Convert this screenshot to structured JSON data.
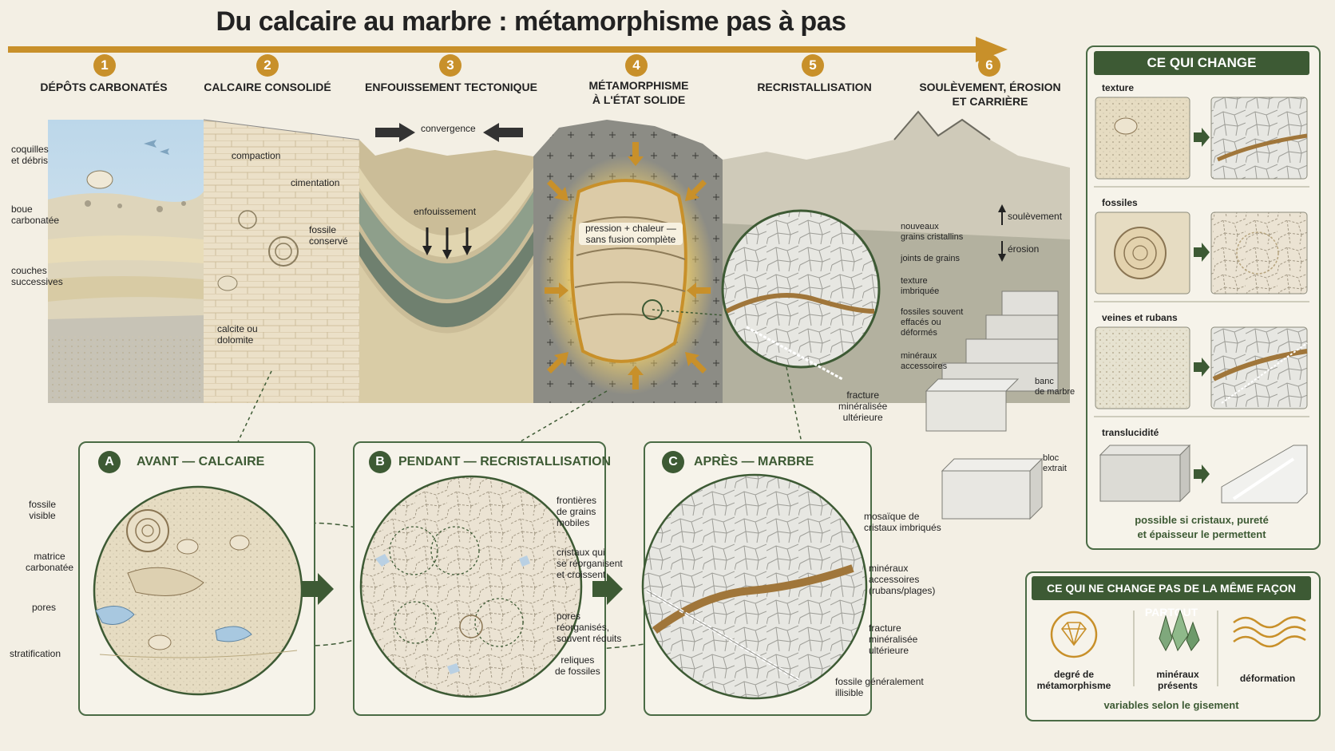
{
  "title": "Du calcaire au marbre : métamorphisme pas à pas",
  "steps": [
    {
      "num": "1",
      "label": "DÉPÔTS CARBONATÉS"
    },
    {
      "num": "2",
      "label": "CALCAIRE CONSOLIDÉ"
    },
    {
      "num": "3",
      "label": "ENFOUISSEMENT TECTONIQUE"
    },
    {
      "num": "4",
      "label_l1": "MÉTAMORPHISME",
      "label_l2": "À L'ÉTAT SOLIDE"
    },
    {
      "num": "5",
      "label": "RECRISTALLISATION"
    },
    {
      "num": "6",
      "label_l1": "SOULÈVEMENT, ÉROSION",
      "label_l2": "ET CARRIÈRE"
    }
  ],
  "scene1": {
    "coquilles": "coquilles\net débris",
    "boue": "boue\ncarbonatée",
    "couches": "couches\nsuccessives"
  },
  "scene2": {
    "compaction": "compaction",
    "cimentation": "cimentation",
    "fossile": "fossile\nconservé",
    "calcite": "calcite ou\ndolomite"
  },
  "scene3": {
    "convergence": "convergence",
    "enfouissement": "enfouissement"
  },
  "scene4": {
    "note": "pression + chaleur —\nsans fusion complète"
  },
  "scene5": {
    "labels": [
      "nouveaux\ngrains cristallins",
      "joints de grains",
      "texture\nimbriquée",
      "fossiles souvent\neffacés ou\ndéformés",
      "minéraux\naccessoires"
    ],
    "fracture": "fracture\nminéralisée\nultérieure"
  },
  "scene6": {
    "soulevement": "soulèvement",
    "erosion": "érosion",
    "banc": "banc\nde marbre",
    "bloc": "bloc\nextrait"
  },
  "panelA": {
    "badge": "A",
    "title": "AVANT — CALCAIRE",
    "labels": [
      "fossile\nvisible",
      "matrice\ncarbonatée",
      "pores",
      "stratification"
    ]
  },
  "panelB": {
    "badge": "B",
    "title": "PENDANT — RECRISTALLISATION",
    "labels": [
      "frontières\nde grains\nmobiles",
      "cristaux qui\nse réorganisent\net croissent",
      "pores\nréorganisés,\nsouvent réduits",
      "reliques\nde fossiles"
    ]
  },
  "panelC": {
    "badge": "C",
    "title": "APRÈS — MARBRE",
    "labels": [
      "mosaïque de\ncristaux imbriqués",
      "minéraux\naccessoires\n(rubans/plages)",
      "fracture\nminéralisée\nultérieure",
      "fossile généralement\nillisible"
    ]
  },
  "changes": {
    "title": "CE QUI CHANGE",
    "rows": [
      {
        "label": "texture"
      },
      {
        "label": "fossiles"
      },
      {
        "label": "veines et rubans"
      },
      {
        "label": "translucidité"
      }
    ],
    "note": "possible si cristaux, pureté\net épaisseur le permettent"
  },
  "variable": {
    "title": "CE QUI NE CHANGE PAS DE LA MÊME FAÇON PARTOUT",
    "items": [
      {
        "label": "degré de\nmétamorphisme",
        "icon": "diamond-icon"
      },
      {
        "label": "minéraux\nprésents",
        "icon": "crystal-icon"
      },
      {
        "label": "déformation",
        "icon": "wave-icon"
      }
    ],
    "note": "variables selon le gisement"
  },
  "colors": {
    "gold": "#c8902a",
    "green": "#3d5a34",
    "bg": "#f3efe4"
  }
}
